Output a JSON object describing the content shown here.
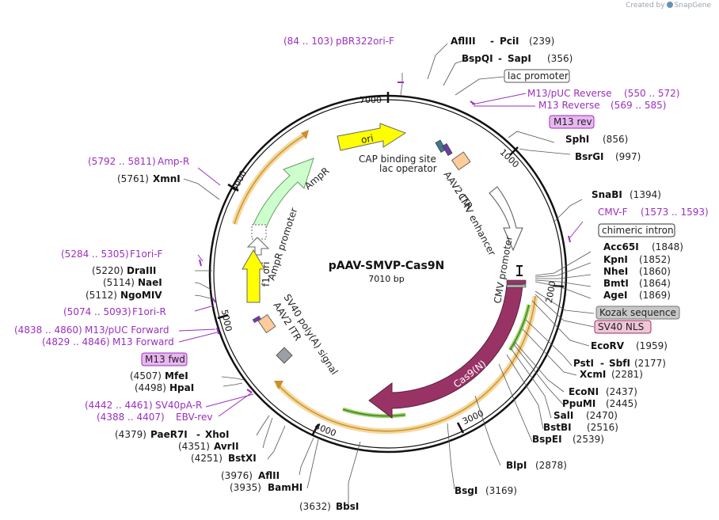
{
  "credit": {
    "prefix": "Created by",
    "brand": "SnapGene"
  },
  "plasmid": {
    "name": "pAAV-SMVP-Cas9N",
    "length": "7010 bp"
  },
  "ticks": [
    "7000",
    "1000",
    "2000",
    "3000",
    "4000",
    "5000",
    "6000"
  ],
  "colors": {
    "backbone": "#111111",
    "ori": "#ffff00",
    "ampr": "#ccffcc",
    "cas9": "#993366",
    "f1ori": "#ffff00",
    "itr": "#ffcc99",
    "primer": "#9b2fbf",
    "orange_band": "#f0c070"
  },
  "features": {
    "ori": "ori",
    "cap": "CAP binding site",
    "lacop": "lac operator",
    "itr_right": "AAV2 ITR",
    "cmv_enh": "CMV enhancer",
    "cmv_prom": "CMV promoter",
    "cas9": "Cas9(N)",
    "ampr": "AmpR",
    "ampr_prom": "AmpR promoter",
    "f1": "f1 ori",
    "sv40pa": "SV40 poly(A) signal",
    "itr_left": "AAV2 ITR"
  },
  "labels": {
    "pbr": {
      "range": "(84 .. 103)",
      "name": "pBR322ori-F"
    },
    "afliii": {
      "name": "AflIII",
      "dash": "-",
      "name2": "PciI",
      "pos": "(239)"
    },
    "bspqi": {
      "name": "BspQI",
      "dash": "-",
      "name2": "SapI",
      "pos": "(356)"
    },
    "lacprom": "lac promoter",
    "m13puc": {
      "name": "M13/pUC Reverse",
      "range": "(550 .. 572)"
    },
    "m13rev_primer": {
      "name": "M13 Reverse",
      "range": "(569 .. 585)"
    },
    "m13rev_box": "M13 rev",
    "sphi": {
      "name": "SphI",
      "pos": "(856)"
    },
    "bsrgi": {
      "name": "BsrGI",
      "pos": "(997)"
    },
    "snabi": {
      "name": "SnaBI",
      "pos": "(1394)"
    },
    "cmvf": {
      "name": "CMV-F",
      "range": "(1573 .. 1593)"
    },
    "chimeric": "chimeric intron",
    "acc65i": {
      "name": "Acc65I",
      "pos": "(1848)"
    },
    "kpni": {
      "name": "KpnI",
      "pos": "(1852)"
    },
    "nhei": {
      "name": "NheI",
      "pos": "(1860)"
    },
    "bmti": {
      "name": "BmtI",
      "pos": "(1864)"
    },
    "agei": {
      "name": "AgeI",
      "pos": "(1869)"
    },
    "kozak": "Kozak sequence",
    "sv40nls": "SV40 NLS",
    "ecorv": {
      "name": "EcoRV",
      "pos": "(1959)"
    },
    "psti": {
      "name": "PstI",
      "dash": "-",
      "name2": "SbfI",
      "pos": "(2177)"
    },
    "xcmi": {
      "name": "XcmI",
      "pos": "(2281)"
    },
    "econi": {
      "name": "EcoNI",
      "pos": "(2437)"
    },
    "ppumi": {
      "name": "PpuMI",
      "pos": "(2445)"
    },
    "sali": {
      "name": "SalI",
      "pos": "(2470)"
    },
    "bstbi": {
      "name": "BstBI",
      "pos": "(2516)"
    },
    "bspei": {
      "name": "BspEI",
      "pos": "(2539)"
    },
    "blpi": {
      "name": "BlpI",
      "pos": "(2878)"
    },
    "bsgi": {
      "name": "BsgI",
      "pos": "(3169)"
    },
    "bbsi": {
      "pos": "(3632)",
      "name": "BbsI"
    },
    "bamhi": {
      "pos": "(3935)",
      "name": "BamHI"
    },
    "afiii_l": {
      "pos": "(3976)",
      "name": "AflII"
    },
    "bstxi": {
      "pos": "(4251)",
      "name": "BstXI"
    },
    "avrii": {
      "pos": "(4351)",
      "name": "AvrII"
    },
    "paer7i": {
      "pos": "(4379)",
      "name": "PaeR7I",
      "dash": "-",
      "name2": "XhoI"
    },
    "ebv": {
      "range": "(4388 .. 4407)",
      "name": "EBV-rev"
    },
    "sv40par": {
      "range": "(4442 .. 4461)",
      "name": "SV40pA-R"
    },
    "hpai": {
      "pos": "(4498)",
      "name": "HpaI"
    },
    "mfei": {
      "pos": "(4507)",
      "name": "MfeI"
    },
    "m13fwd_box": "M13 fwd",
    "m13fwd": {
      "range": "(4829 .. 4846)",
      "name": "M13 Forward"
    },
    "m13pucf": {
      "range": "(4838 .. 4860)",
      "name": "M13/pUC Forward"
    },
    "f1orir": {
      "range": "(5074 .. 5093)",
      "name": "F1ori-R"
    },
    "ngomiv": {
      "pos": "(5112)",
      "name": "NgoMIV"
    },
    "naei": {
      "pos": "(5114)",
      "name": "NaeI"
    },
    "draiii": {
      "pos": "(5220)",
      "name": "DraIII"
    },
    "f1orif": {
      "range": "(5284 .. 5305)",
      "name": "F1ori-F"
    },
    "xmni": {
      "pos": "(5761)",
      "name": "XmnI"
    },
    "ampr_primer": {
      "range": "(5792 .. 5811)",
      "name": "Amp-R"
    }
  }
}
